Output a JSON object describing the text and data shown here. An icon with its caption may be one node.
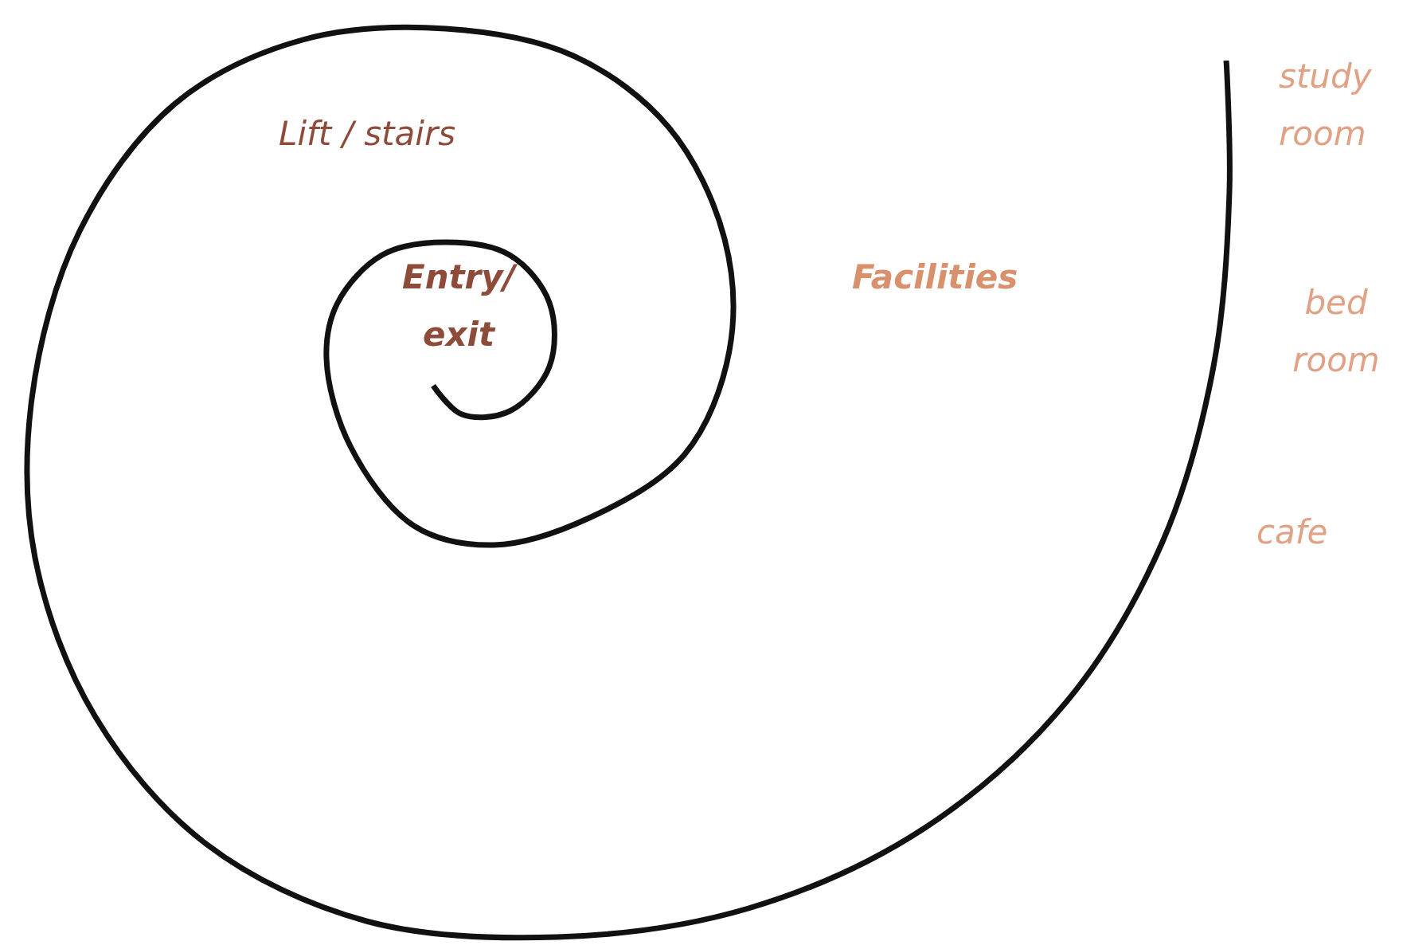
{
  "diagram": {
    "labels": [
      "Lift / stairs",
      "Entry/ exit",
      "Facilities",
      "study room",
      "bed room",
      "cafe"
    ]
  }
}
